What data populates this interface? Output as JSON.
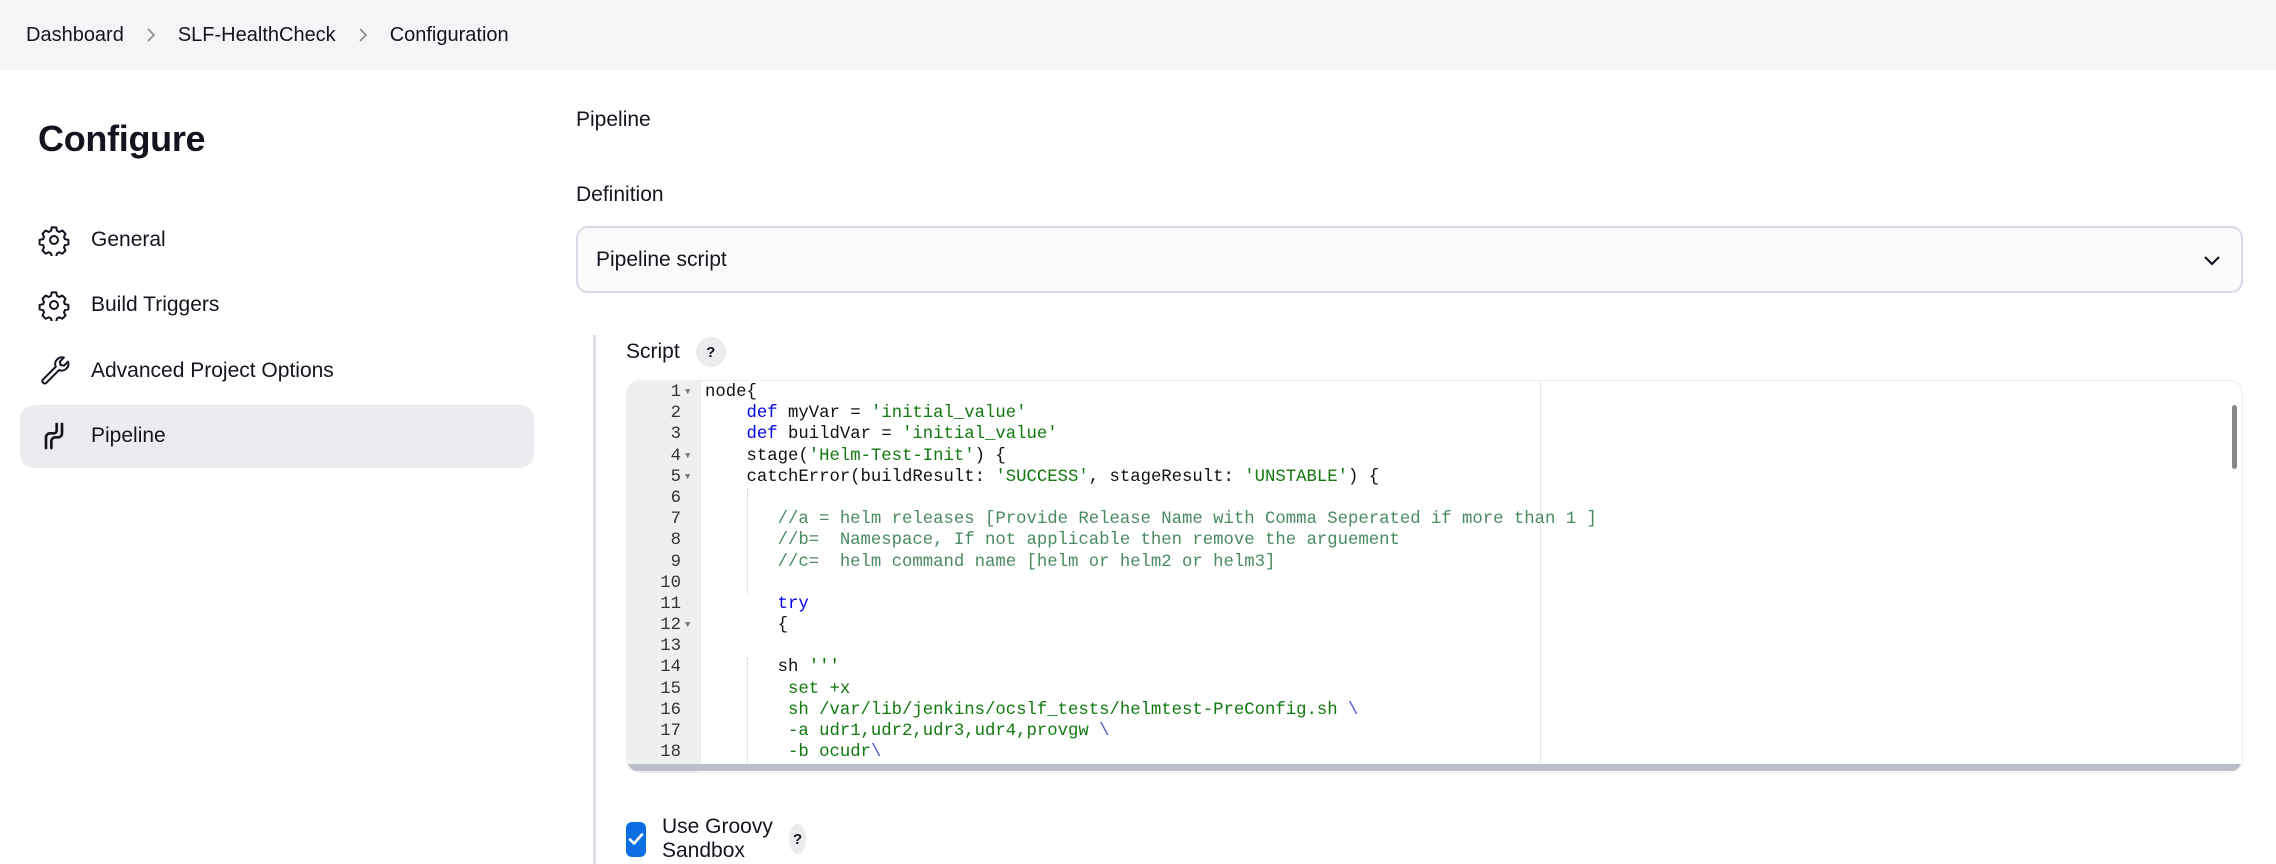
{
  "breadcrumb": [
    {
      "label": "Dashboard"
    },
    {
      "label": "SLF-HealthCheck"
    },
    {
      "label": "Configuration"
    }
  ],
  "sidebar": {
    "title": "Configure",
    "items": [
      {
        "label": "General",
        "icon": "gear-icon",
        "active": false
      },
      {
        "label": "Build Triggers",
        "icon": "gear-icon",
        "active": false
      },
      {
        "label": "Advanced Project Options",
        "icon": "wrench-icon",
        "active": false
      },
      {
        "label": "Pipeline",
        "icon": "pipeline-icon",
        "active": true
      }
    ]
  },
  "main": {
    "section_title": "Pipeline",
    "definition_label": "Definition",
    "definition_value": "Pipeline script",
    "script_label": "Script",
    "help": "?",
    "sandbox_label": "Use Groovy Sandbox",
    "sandbox_checked": true,
    "colors": {
      "accent": "#0b6fe3",
      "keyword": "#0000e6",
      "string": "#11790f",
      "comment": "#4a8a62"
    },
    "script_lines": [
      {
        "n": "1",
        "fold": true,
        "tokens": [
          {
            "t": "pl",
            "v": "node{"
          }
        ]
      },
      {
        "n": "2",
        "fold": false,
        "tokens": [
          {
            "t": "pl",
            "v": "    "
          },
          {
            "t": "kw",
            "v": "def"
          },
          {
            "t": "pl",
            "v": " myVar = "
          },
          {
            "t": "str",
            "v": "'initial_value'"
          }
        ]
      },
      {
        "n": "3",
        "fold": false,
        "tokens": [
          {
            "t": "pl",
            "v": "    "
          },
          {
            "t": "kw",
            "v": "def"
          },
          {
            "t": "pl",
            "v": " buildVar = "
          },
          {
            "t": "str",
            "v": "'initial_value'"
          }
        ]
      },
      {
        "n": "4",
        "fold": true,
        "tokens": [
          {
            "t": "pl",
            "v": "    stage("
          },
          {
            "t": "str",
            "v": "'Helm-Test-Init'"
          },
          {
            "t": "pl",
            "v": ") {"
          }
        ]
      },
      {
        "n": "5",
        "fold": true,
        "tokens": [
          {
            "t": "pl",
            "v": "    catchError(buildResult: "
          },
          {
            "t": "str",
            "v": "'SUCCESS'"
          },
          {
            "t": "pl",
            "v": ", stageResult: "
          },
          {
            "t": "str",
            "v": "'UNSTABLE'"
          },
          {
            "t": "pl",
            "v": ") {"
          }
        ]
      },
      {
        "n": "6",
        "fold": false,
        "tokens": []
      },
      {
        "n": "7",
        "fold": false,
        "tokens": [
          {
            "t": "pl",
            "v": "       "
          },
          {
            "t": "cm",
            "v": "//a = helm releases [Provide Release Name with Comma Seperated if more than 1 ]"
          }
        ]
      },
      {
        "n": "8",
        "fold": false,
        "tokens": [
          {
            "t": "pl",
            "v": "       "
          },
          {
            "t": "cm",
            "v": "//b=  Namespace, If not applicable then remove the arguement"
          }
        ]
      },
      {
        "n": "9",
        "fold": false,
        "tokens": [
          {
            "t": "pl",
            "v": "       "
          },
          {
            "t": "cm",
            "v": "//c=  helm command name [helm or helm2 or helm3]"
          }
        ]
      },
      {
        "n": "10",
        "fold": false,
        "tokens": []
      },
      {
        "n": "11",
        "fold": false,
        "tokens": [
          {
            "t": "pl",
            "v": "       "
          },
          {
            "t": "kw",
            "v": "try"
          }
        ]
      },
      {
        "n": "12",
        "fold": true,
        "tokens": [
          {
            "t": "pl",
            "v": "       {"
          }
        ]
      },
      {
        "n": "13",
        "fold": false,
        "tokens": []
      },
      {
        "n": "14",
        "fold": false,
        "tokens": [
          {
            "t": "pl",
            "v": "       sh "
          },
          {
            "t": "str",
            "v": "'''"
          }
        ]
      },
      {
        "n": "15",
        "fold": false,
        "tokens": [
          {
            "t": "pl",
            "v": "        "
          },
          {
            "t": "str",
            "v": "set +x"
          }
        ]
      },
      {
        "n": "16",
        "fold": false,
        "tokens": [
          {
            "t": "pl",
            "v": "        "
          },
          {
            "t": "str",
            "v": "sh /var/lib/jenkins/ocslf_tests/helmtest-PreConfig.sh "
          },
          {
            "t": "bs",
            "v": "\\"
          }
        ]
      },
      {
        "n": "17",
        "fold": false,
        "tokens": [
          {
            "t": "pl",
            "v": "        "
          },
          {
            "t": "str",
            "v": "-a udr1,udr2,udr3,udr4,provgw "
          },
          {
            "t": "bs",
            "v": "\\"
          }
        ]
      },
      {
        "n": "18",
        "fold": false,
        "tokens": [
          {
            "t": "pl",
            "v": "        "
          },
          {
            "t": "str",
            "v": "-b ocudr"
          },
          {
            "t": "bs",
            "v": "\\"
          }
        ]
      }
    ]
  }
}
